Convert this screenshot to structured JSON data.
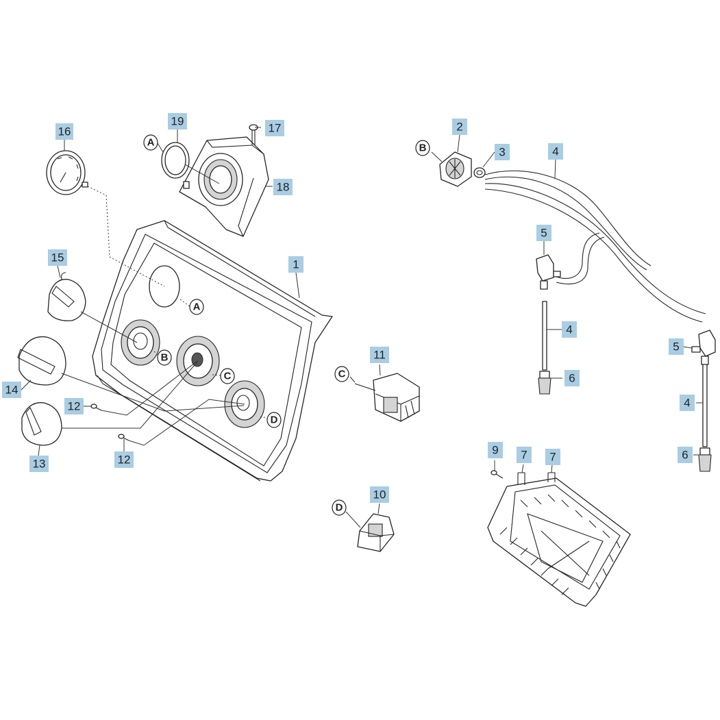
{
  "callouts": {
    "c1": "1",
    "c2": "2",
    "c3": "3",
    "c4a": "4",
    "c4b": "4",
    "c4c": "4",
    "c5a": "5",
    "c5b": "5",
    "c6a": "6",
    "c6b": "6",
    "c7a": "7",
    "c7b": "7",
    "c9": "9",
    "c10": "10",
    "c11": "11",
    "c12a": "12",
    "c12b": "12",
    "c13": "13",
    "c14": "14",
    "c15": "15",
    "c16": "16",
    "c17": "17",
    "c18": "18",
    "c19": "19"
  },
  "refs": {
    "a_top": "A",
    "a_panel": "A",
    "b_panel": "B",
    "b_top": "B",
    "c_panel": "C",
    "c_switch": "C",
    "d_panel": "D",
    "d_switch": "D"
  },
  "colors": {
    "callout_fill": "#a9cde3",
    "line": "#222222"
  }
}
